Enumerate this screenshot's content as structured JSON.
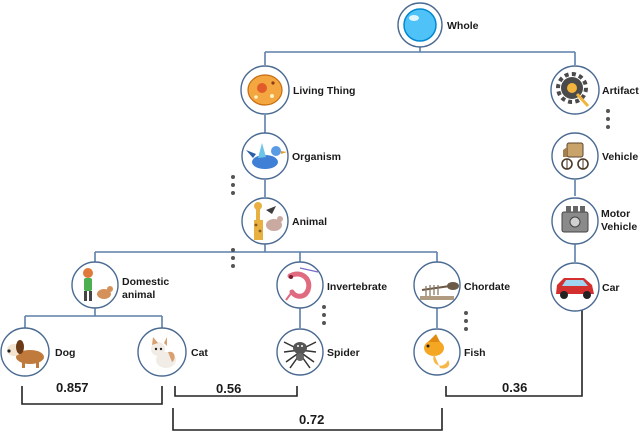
{
  "nodes": {
    "whole": "Whole",
    "living_thing": "Living Thing",
    "organism": "Organism",
    "animal": "Animal",
    "domestic_1": "Domestic",
    "domestic_2": "animal",
    "invertebrate": "Invertebrate",
    "chordate": "Chordate",
    "dog": "Dog",
    "cat": "Cat",
    "spider": "Spider",
    "fish": "Fish",
    "artifact": "Artifact",
    "vehicle": "Vehicle",
    "motor_1": "Motor",
    "motor_2": "Vehicle",
    "car": "Car"
  },
  "similarities": {
    "dog_cat": "0.857",
    "cat_spider": "0.56",
    "cat_fish": "0.72",
    "fish_car": "0.36"
  },
  "icons": {
    "whole": "bubble-icon",
    "living_thing": "cell-icon",
    "organism": "bird-icon",
    "animal": "giraffe-icon",
    "domestic": "girl-with-dog-icon",
    "invertebrate": "shrimp-icon",
    "chordate": "skeleton-icon",
    "dog": "dog-icon",
    "cat": "cat-icon",
    "spider": "spider-icon",
    "fish": "goldfish-icon",
    "artifact": "gear-icon",
    "vehicle": "carriage-icon",
    "motor_vehicle": "engine-icon",
    "car": "red-car-icon"
  },
  "colors": {
    "edge": "#5b7fa8",
    "bubble": "#4fc3f7",
    "cell": "#f4a640",
    "car": "#d32f2f",
    "fish": "#f5a623"
  }
}
